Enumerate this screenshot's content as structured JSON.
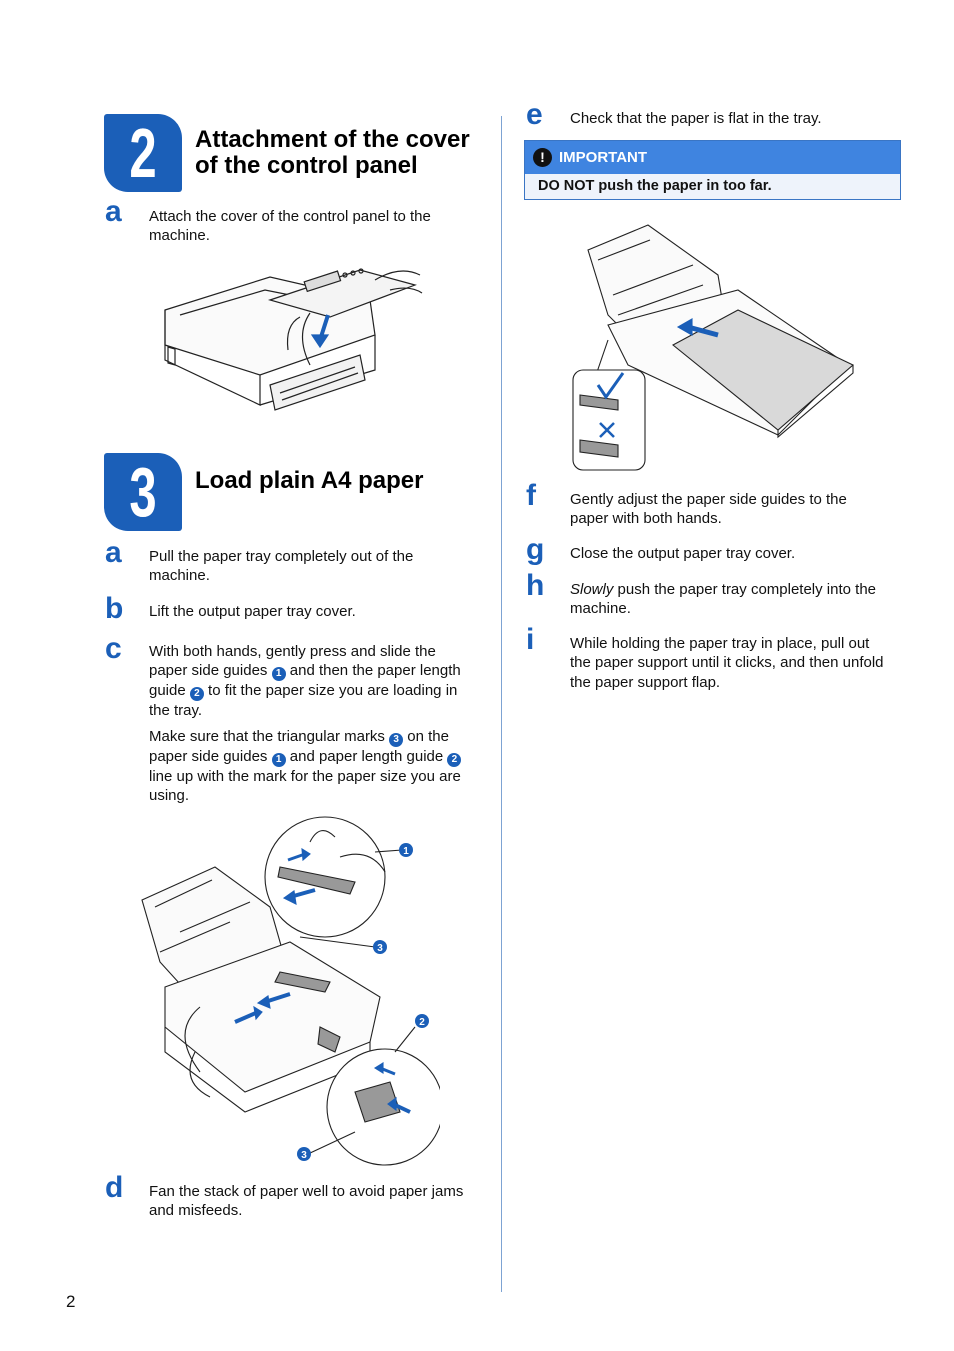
{
  "section2": {
    "number": "2",
    "title_line1": "Attachment of the cover",
    "title_line2": "of the control panel",
    "step_a": {
      "letter": "a",
      "line1": "Attach the cover of the control panel to the",
      "line2": "machine."
    }
  },
  "section3": {
    "number": "3",
    "title": "Load plain A4 paper",
    "step_a": {
      "letter": "a",
      "line1": "Pull the paper tray completely out of the",
      "line2": "machine."
    },
    "step_b": {
      "letter": "b",
      "line1": "Lift the output paper tray cover."
    },
    "step_c": {
      "letter": "c",
      "p1_line1": "With both hands, gently press and slide the",
      "p1_line2a": "paper side guides",
      "p1_line2b": "and then the paper length",
      "p1_line3a": "guide",
      "p1_line3b": "to fit the paper size you are loading in",
      "p1_line4": "the tray.",
      "p2_line1a": "Make sure that the triangular marks",
      "p2_line1b": "on the",
      "p2_line2a": "paper side guides",
      "p2_line2b": "and paper length guide",
      "p2_line3": "line up with the mark for the paper size you are",
      "p2_line4": "using."
    },
    "step_d": {
      "letter": "d",
      "line1": "Fan the stack of paper well to avoid paper jams",
      "line2": "and misfeeds."
    },
    "step_e": {
      "letter": "e",
      "line1": "Check that the paper is flat in the tray."
    },
    "important": {
      "label": "IMPORTANT",
      "icon": "exclamation-icon",
      "text": "DO NOT push the paper in too far."
    },
    "step_f": {
      "letter": "f",
      "line1": "Gently adjust the paper side guides to the",
      "line2": "paper with both hands."
    },
    "step_g": {
      "letter": "g",
      "line1": "Close the output paper tray cover."
    },
    "step_h": {
      "letter": "h",
      "italic": "Slowly",
      "line1_rest": " push the paper tray completely into the",
      "line2": "machine."
    },
    "step_i": {
      "letter": "i",
      "line1": "While holding the paper tray in place, pull out",
      "line2": "the paper support until it clicks, and then unfold",
      "line3": "the paper support flap."
    }
  },
  "callouts": {
    "n1": "1",
    "n2": "2",
    "n3": "3"
  },
  "page_number": "2",
  "colors": {
    "accent": "#1b5fb8",
    "important_header": "#3f84e0"
  }
}
